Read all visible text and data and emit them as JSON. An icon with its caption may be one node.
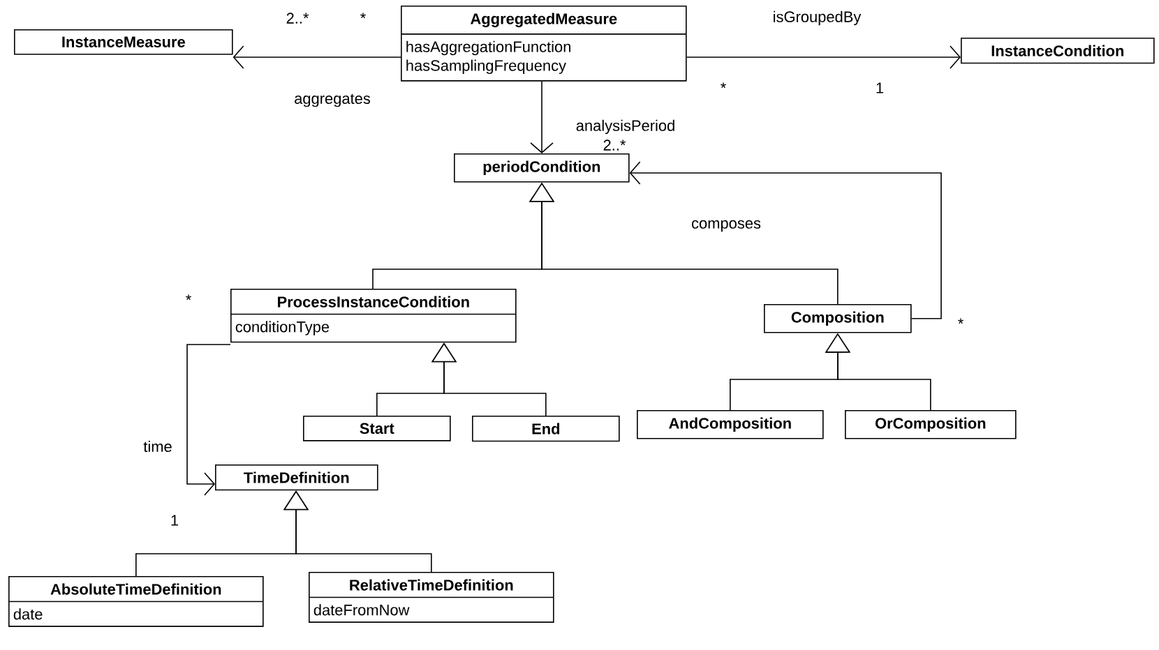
{
  "diagram": {
    "nodes": [
      {
        "text": [
          "AggregatedMeasure",
          "hasAggregationFunction",
          "hasSamplingFrequency"
        ]
      },
      {
        "text": [
          "InstanceMeasure"
        ]
      },
      {
        "text": [
          "InstanceCondition"
        ]
      },
      {
        "text": [
          "periodCondition"
        ]
      },
      {
        "text": [
          "ProcessInstanceCondition",
          "conditionType"
        ]
      },
      {
        "text": [
          "Start"
        ]
      },
      {
        "text": [
          "End"
        ]
      },
      {
        "text": [
          "Composition"
        ]
      },
      {
        "text": [
          "AndComposition"
        ]
      },
      {
        "text": [
          "OrComposition"
        ]
      },
      {
        "text": [
          "TimeDefinition"
        ]
      },
      {
        "text": [
          "AbsoluteTimeDefinition",
          "date"
        ]
      },
      {
        "text": [
          "RelativeTimeDefinition",
          "dateFromNow"
        ]
      }
    ],
    "edges": [
      {
        "from": 0,
        "to": 1,
        "arrow": "to",
        "label": "aggregates"
      },
      {
        "from": 0,
        "to": 2,
        "arrow": "to",
        "label": "isGroupedBy"
      },
      {
        "from": 0,
        "to": 3,
        "arrow": "to",
        "label": "analysisPeriod"
      },
      {
        "from": 7,
        "to": 3,
        "arrow": "to",
        "label": "composes"
      },
      {
        "from": 4,
        "to": 10,
        "arrow": "to",
        "label": "time"
      },
      {
        "from": 4,
        "to": 3,
        "arrow": "to"
      },
      {
        "from": 7,
        "to": 3,
        "arrow": "to"
      },
      {
        "from": 5,
        "to": 4,
        "arrow": "to"
      },
      {
        "from": 6,
        "to": 4,
        "arrow": "to"
      },
      {
        "from": 8,
        "to": 7,
        "arrow": "to"
      },
      {
        "from": 9,
        "to": 7,
        "arrow": "to"
      },
      {
        "from": 11,
        "to": 10,
        "arrow": "to"
      },
      {
        "from": 12,
        "to": 10,
        "arrow": "to"
      }
    ],
    "labels": [
      "2..*",
      "*",
      "*",
      "1",
      "2..*",
      "*",
      "1",
      "*"
    ]
  }
}
